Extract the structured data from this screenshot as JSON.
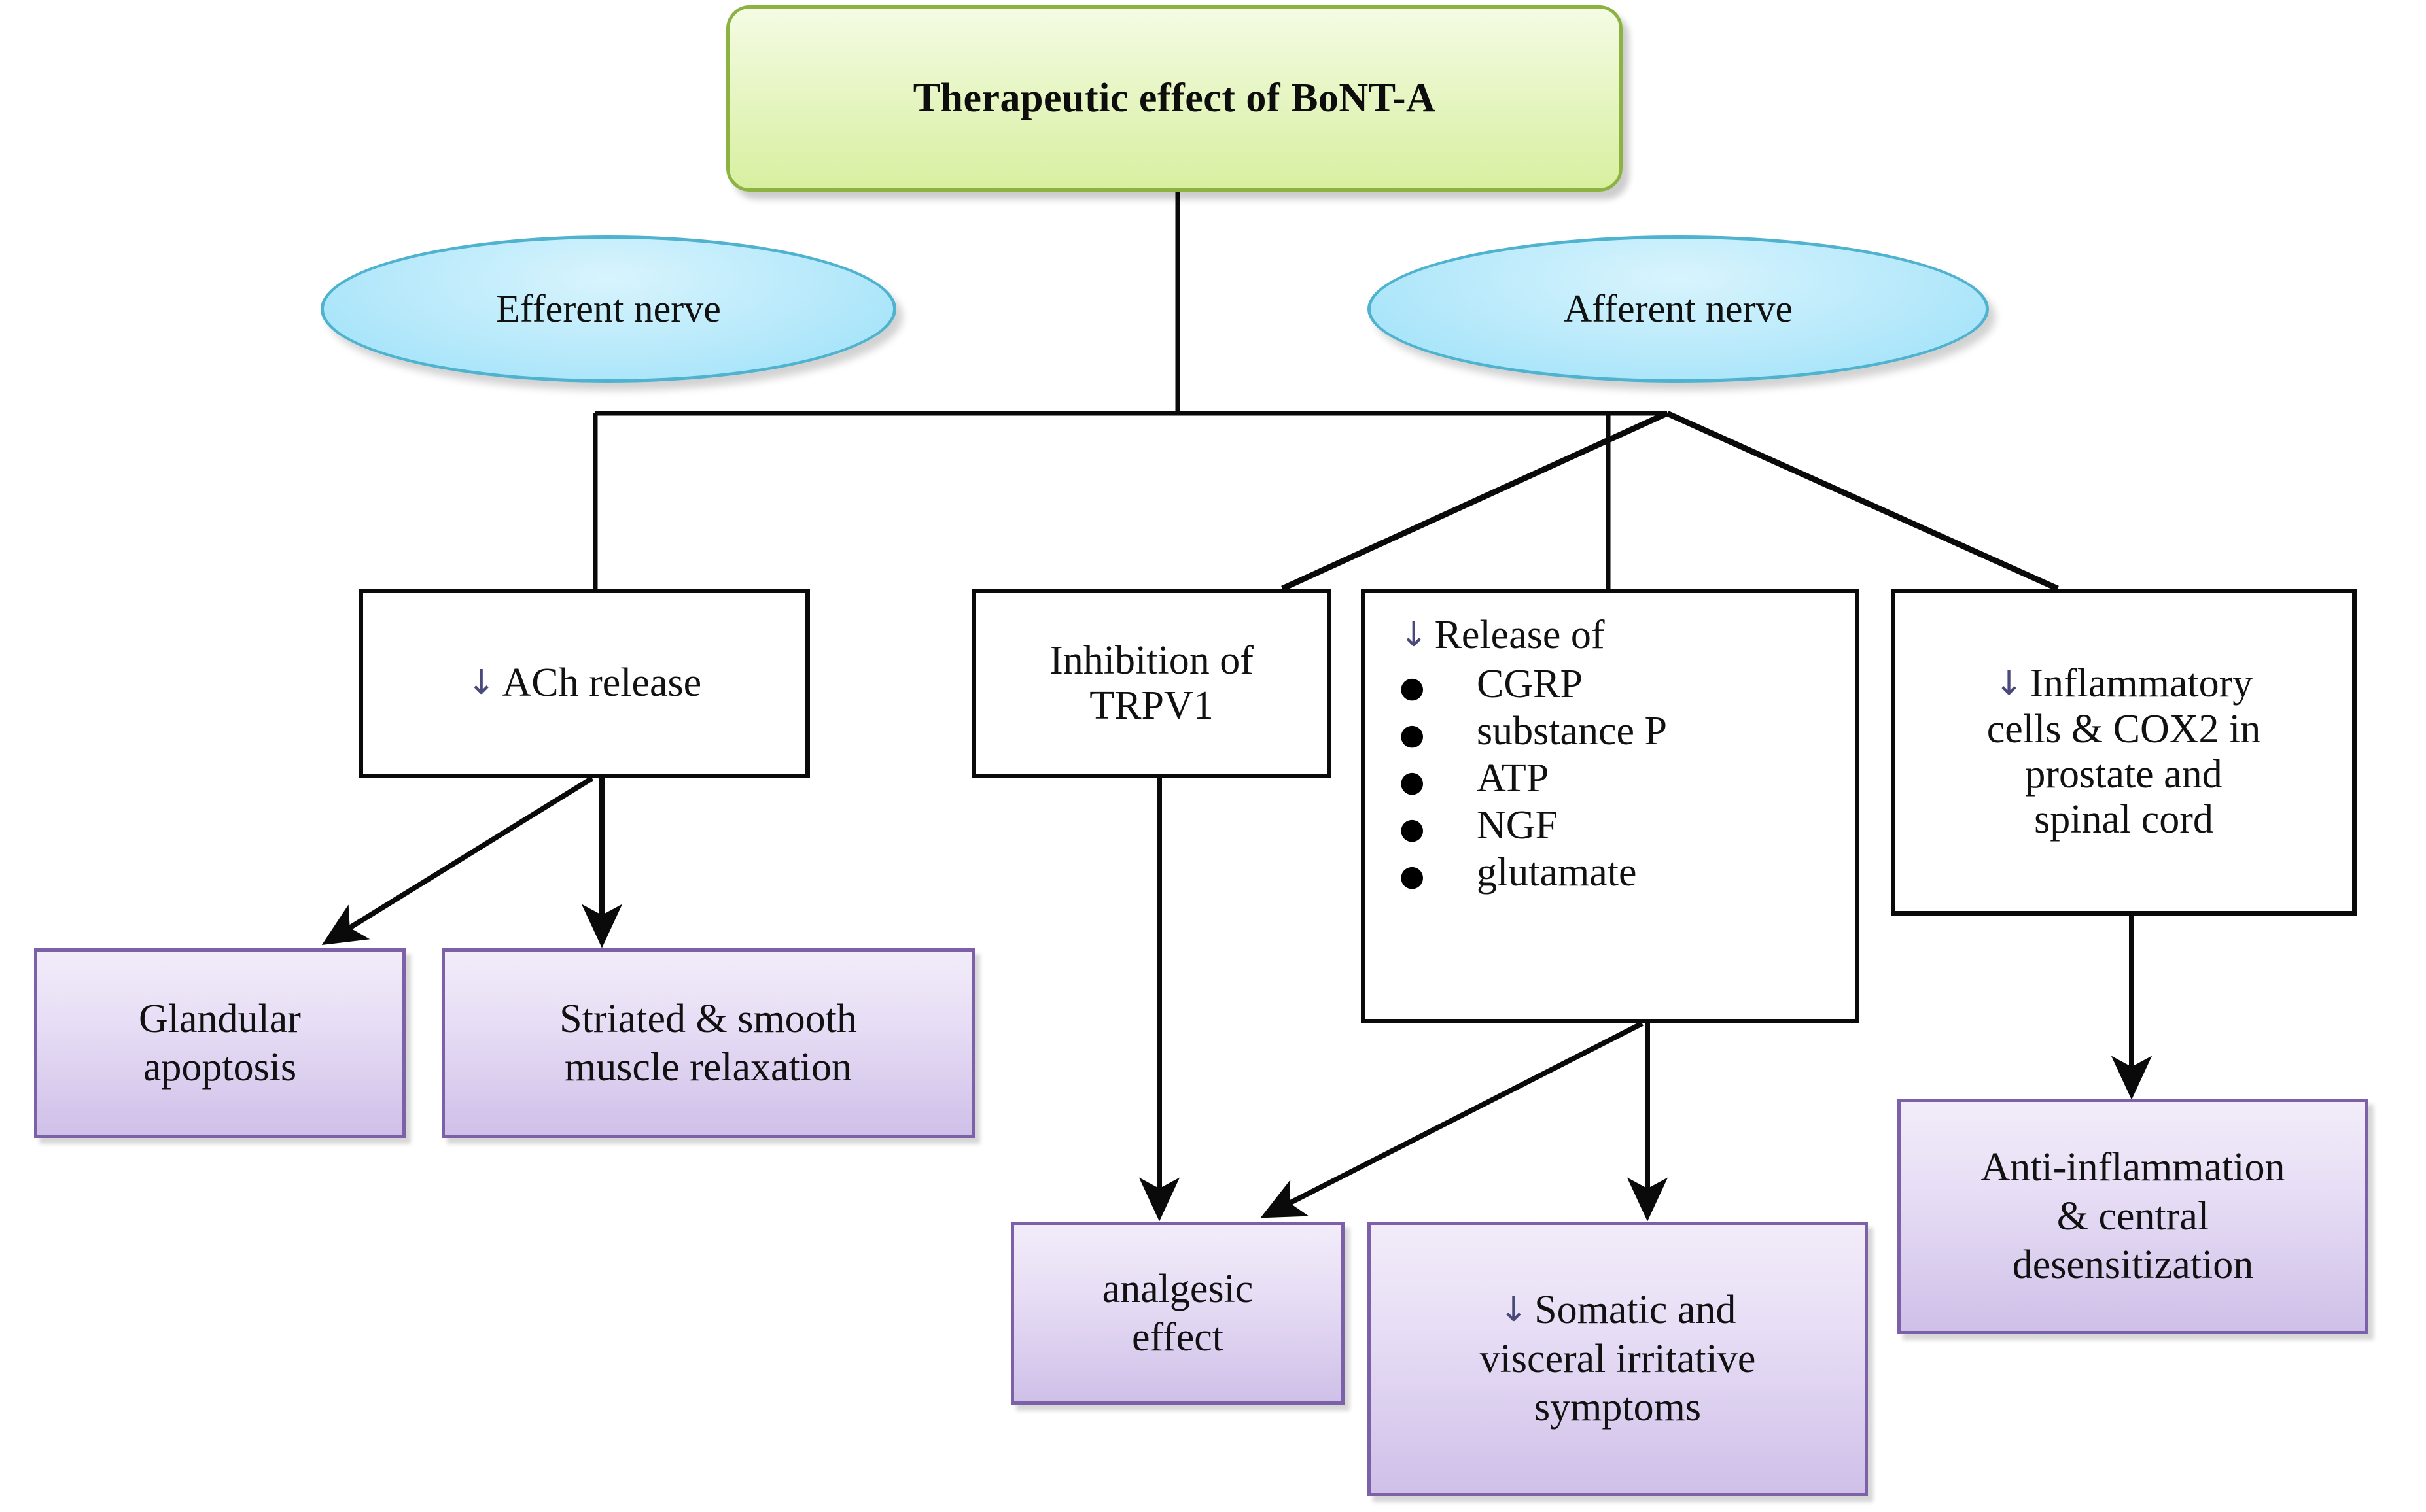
{
  "diagram": {
    "title": "Therapeutic effect of BoNT-A",
    "nodes": {
      "title_box": {
        "label": "Therapeutic effect of BoNT-A",
        "shape": "rounded-rectangle",
        "fill": "#E3F5BC",
        "border": "#8CB342"
      },
      "efferent_nerve": {
        "label": "Efferent nerve",
        "shape": "ellipse",
        "fill": "#B5E9FA",
        "border": "#4FB3D0"
      },
      "afferent_nerve": {
        "label": "Afferent nerve",
        "shape": "ellipse",
        "fill": "#B5E9FA",
        "border": "#4FB3D0"
      },
      "ach_release": {
        "arrow": "↓",
        "label": "ACh release",
        "shape": "rectangle",
        "fill": "#FFFFFF",
        "border": "#0A0A0A"
      },
      "trpv1": {
        "line1": "Inhibition of",
        "line2": "TRPV1",
        "shape": "rectangle",
        "fill": "#FFFFFF",
        "border": "#0A0A0A"
      },
      "release_of": {
        "arrow": "↓",
        "heading": "Release of",
        "items": [
          "CGRP",
          "substance P",
          "ATP",
          "NGF",
          "glutamate"
        ],
        "bullet": "●",
        "shape": "rectangle",
        "fill": "#FFFFFF",
        "border": "#0A0A0A"
      },
      "inflammatory": {
        "arrow": "↓",
        "line1": "Inflammatory",
        "line2": "cells & COX2 in",
        "line3": "prostate and",
        "line4": "spinal cord",
        "shape": "rectangle",
        "fill": "#FFFFFF",
        "border": "#0A0A0A"
      },
      "glandular_apoptosis": {
        "line1": "Glandular",
        "line2": "apoptosis",
        "shape": "rectangle",
        "fill": "#DCCEEF",
        "border": "#7C61A8"
      },
      "striated_smooth": {
        "line1": "Striated & smooth",
        "line2": "muscle relaxation",
        "shape": "rectangle",
        "fill": "#DCCEEF",
        "border": "#7C61A8"
      },
      "analgesic_effect": {
        "line1": "analgesic",
        "line2": "effect",
        "shape": "rectangle",
        "fill": "#DCCEEF",
        "border": "#7C61A8"
      },
      "somatic_visceral": {
        "arrow": "↓",
        "line1": "Somatic and",
        "line2": "visceral irritative",
        "line3": "symptoms",
        "shape": "rectangle",
        "fill": "#DCCEEF",
        "border": "#7C61A8"
      },
      "anti_inflammation": {
        "line1": "Anti-inflammation",
        "line2": "& central",
        "line3": "desensitization",
        "shape": "rectangle",
        "fill": "#DCCEEF",
        "border": "#7C61A8"
      }
    },
    "edges": [
      {
        "from": "title_box",
        "to": "ach_release",
        "style": "elbow",
        "arrowhead": false
      },
      {
        "from": "title_box",
        "to": "trpv1",
        "style": "elbow",
        "arrowhead": false
      },
      {
        "from": "title_box",
        "to": "release_of",
        "style": "elbow",
        "arrowhead": false
      },
      {
        "from": "title_box",
        "to": "inflammatory",
        "style": "elbow",
        "arrowhead": false
      },
      {
        "from": "ach_release",
        "to": "glandular_apoptosis",
        "style": "diagonal",
        "arrowhead": true
      },
      {
        "from": "ach_release",
        "to": "striated_smooth",
        "style": "straight",
        "arrowhead": true
      },
      {
        "from": "trpv1",
        "to": "analgesic_effect",
        "style": "straight",
        "arrowhead": true
      },
      {
        "from": "release_of",
        "to": "analgesic_effect",
        "style": "diagonal",
        "arrowhead": true
      },
      {
        "from": "release_of",
        "to": "somatic_visceral",
        "style": "straight",
        "arrowhead": true
      },
      {
        "from": "inflammatory",
        "to": "anti_inflammation",
        "style": "straight",
        "arrowhead": true
      }
    ]
  }
}
